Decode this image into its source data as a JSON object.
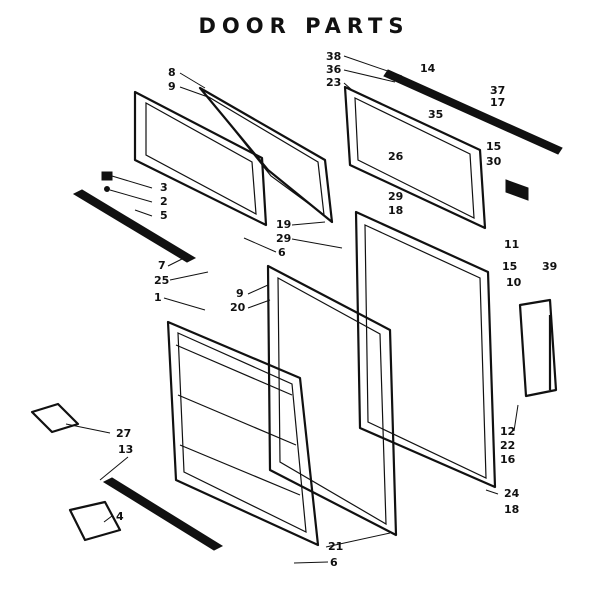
{
  "title": "DOOR PARTS",
  "colors": {
    "ink": "#111111",
    "paper": "#ffffff"
  },
  "callouts": [
    "38",
    "36",
    "23",
    "14",
    "37",
    "17",
    "35",
    "15",
    "26",
    "30",
    "29",
    "18",
    "11",
    "8",
    "9",
    "3",
    "2",
    "5",
    "19",
    "29",
    "6",
    "7",
    "25",
    "9",
    "20",
    "1",
    "15",
    "10",
    "39",
    "27",
    "13",
    "12",
    "22",
    "16",
    "24",
    "18",
    "21",
    "6",
    "4"
  ]
}
